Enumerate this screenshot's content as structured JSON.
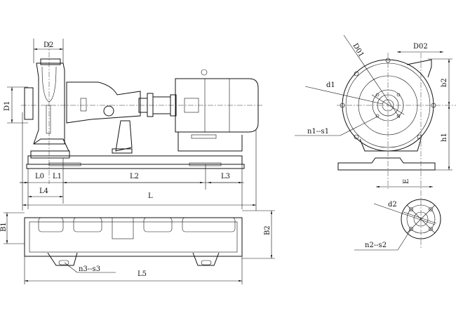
{
  "side_view": {
    "labels": {
      "D2": "D2",
      "D1": "D1",
      "L0": "L0",
      "L1": "L1",
      "L2": "L2",
      "L3": "L3",
      "L4": "L4",
      "L": "L"
    }
  },
  "plan_view": {
    "labels": {
      "B1": "B1",
      "B2": "B2",
      "n3s3": "n3--s3",
      "L5": "L5"
    }
  },
  "end_view": {
    "labels": {
      "D01": "D01",
      "D02": "D02",
      "d1": "d1",
      "n1s1": "n1--s1",
      "b2": "b2",
      "h1": "h1",
      "E": "E",
      "d2": "d2",
      "n2s2": "n2--s2"
    }
  }
}
